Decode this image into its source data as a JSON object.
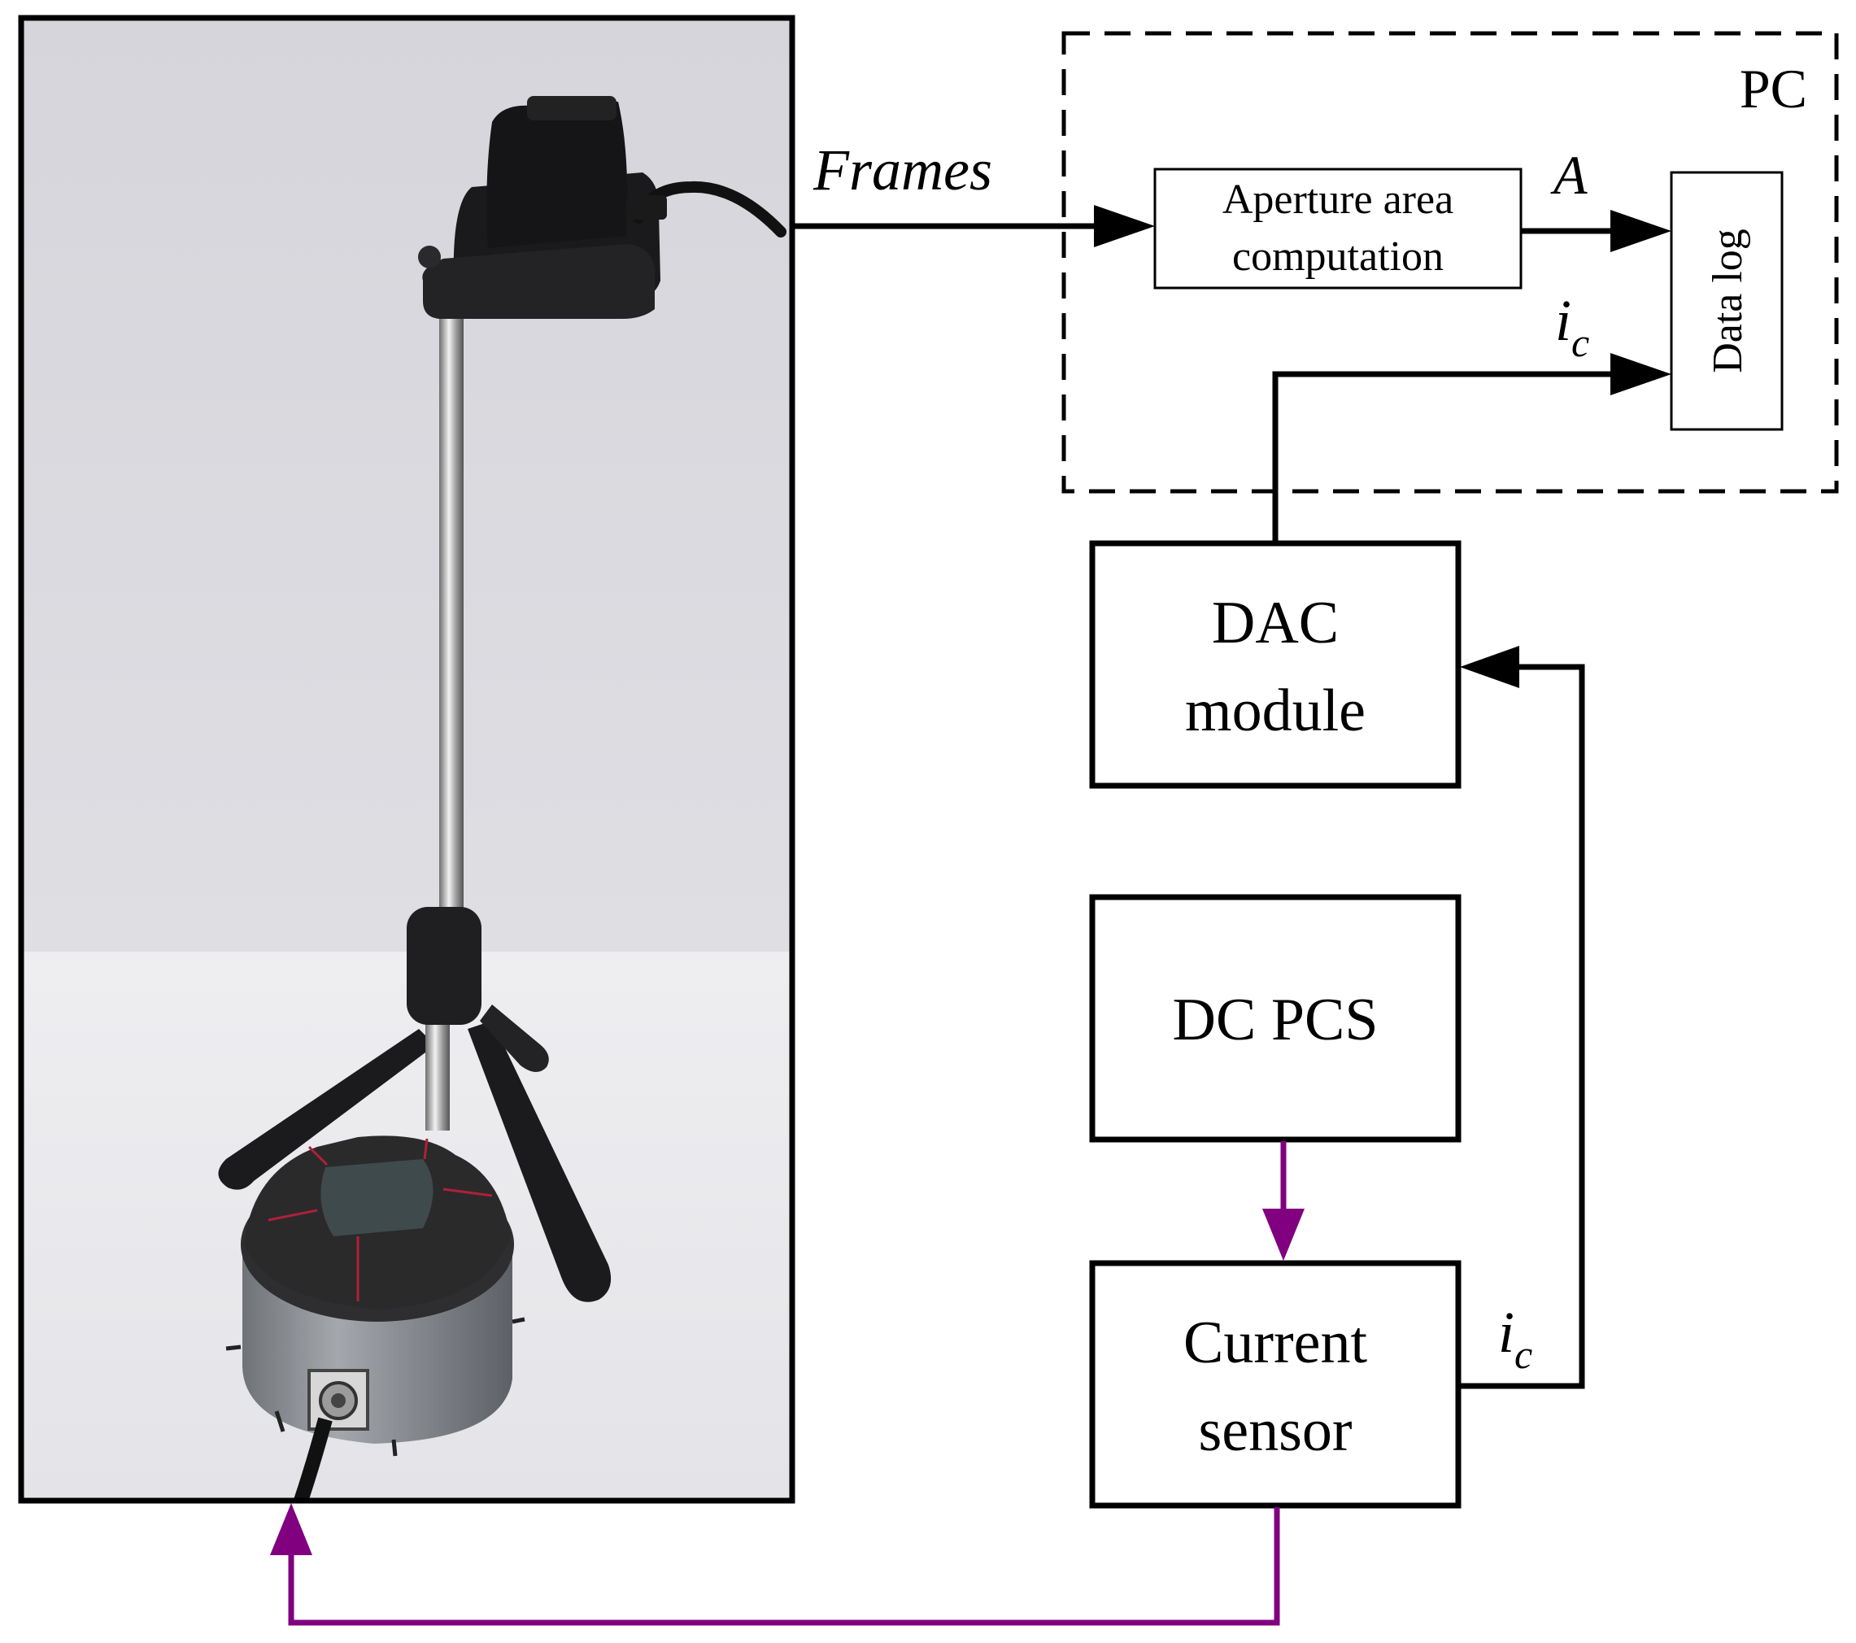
{
  "labels": {
    "frames": "Frames",
    "pc": "PC",
    "aperture_line1": "Aperture area",
    "aperture_line2": "computation",
    "a_signal": "A",
    "data_log": "Data log",
    "ic_main": "i",
    "ic_sub": "c",
    "dac_line1": "DAC",
    "dac_line2": "module",
    "dcpcs": "DC PCS",
    "sensor_line1": "Current",
    "sensor_line2": "sensor"
  },
  "colors": {
    "line": "#000000",
    "power_line": "#800080",
    "wall": "#d9d9de",
    "floor": "#ececef"
  },
  "photo": {
    "description_icons": [
      "webcam-icon",
      "tripod-stand-icon",
      "gripper-base-icon",
      "cable-connector-icon"
    ]
  }
}
